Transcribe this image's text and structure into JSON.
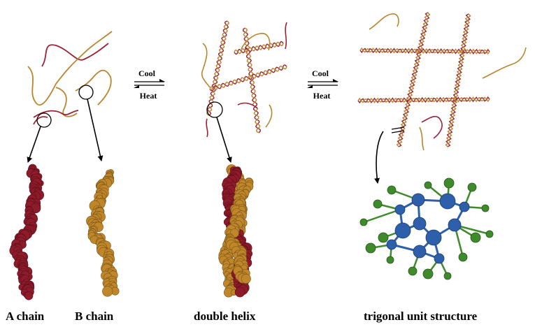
{
  "arrows": [
    {
      "top": "Cool",
      "bottom": "Heat"
    },
    {
      "top": "Cool",
      "bottom": "Heat"
    }
  ],
  "labels": {
    "a_chain": "A chain",
    "b_chain": "B chain",
    "double_helix": "double helix",
    "trigonal": "trigonal unit structure"
  },
  "colors": {
    "a_chain": "#8e1b2a",
    "b_chain": "#c0862a",
    "trigonal_center": "#2e5faa",
    "trigonal_outer": "#3f8a2a",
    "strand_red": "#9b2235",
    "strand_gold": "#b9852e"
  }
}
